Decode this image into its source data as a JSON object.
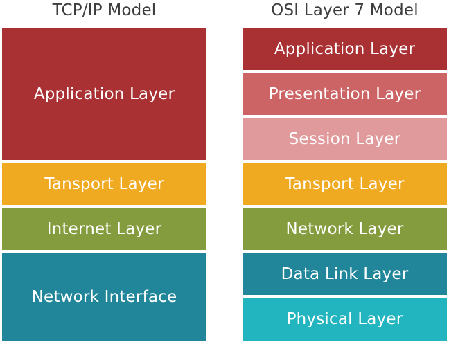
{
  "tcp_model": {
    "title": "TCP/IP Model",
    "layers": [
      {
        "label": "Application Layer",
        "color": "#a93134"
      },
      {
        "label": "Tansport Layer",
        "color": "#f0aa22"
      },
      {
        "label": "Internet Layer",
        "color": "#849c3e"
      },
      {
        "label": "Network Interface",
        "color": "#21869a"
      }
    ]
  },
  "osi_model": {
    "title": "OSI Layer 7 Model",
    "layers": [
      {
        "label": "Application Layer",
        "color": "#a93134"
      },
      {
        "label": "Presentation Layer",
        "color": "#cc6466"
      },
      {
        "label": "Session Layer",
        "color": "#e09a9c"
      },
      {
        "label": "Tansport Layer",
        "color": "#f0aa22"
      },
      {
        "label": "Network Layer",
        "color": "#849c3e"
      },
      {
        "label": "Data Link Layer",
        "color": "#21869a"
      },
      {
        "label": "Physical Layer",
        "color": "#22b4bf"
      }
    ]
  }
}
